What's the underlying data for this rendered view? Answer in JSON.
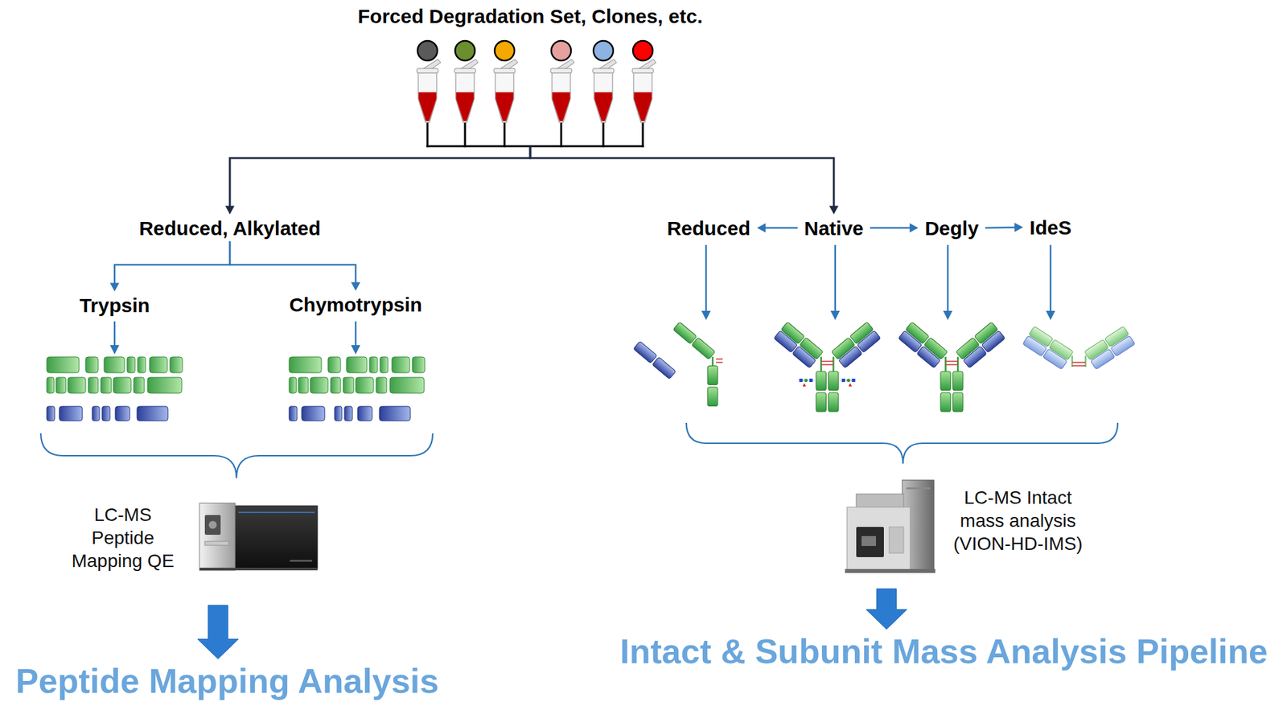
{
  "diagram": {
    "nodes": [
      {
        "text": [
          "Forced Degradation Set, Clones, etc."
        ]
      },
      {
        "text": [
          "Reduced, Alkylated"
        ]
      },
      {
        "text": [
          "Trypsin"
        ]
      },
      {
        "text": [
          "Chymotrypsin"
        ]
      },
      {
        "text": [
          "Reduced"
        ]
      },
      {
        "text": [
          "Native"
        ]
      },
      {
        "text": [
          "Degly"
        ]
      },
      {
        "text": [
          "IdeS"
        ]
      },
      {
        "text": [
          "LC-MS Peptide Mapping QE"
        ]
      },
      {
        "text": [
          "LC-MS Intact mass analysis (VION-HD-IMS)"
        ]
      },
      {
        "text": [
          "Peptide Mapping Analysis"
        ]
      },
      {
        "text": [
          "Intact & Subunit Mass Analysis Pipeline"
        ]
      }
    ],
    "edges": [
      {
        "from": 0,
        "to": 1,
        "arrow": "to"
      },
      {
        "from": 0,
        "to": 5,
        "arrow": "to"
      },
      {
        "from": 1,
        "to": 2,
        "arrow": "to"
      },
      {
        "from": 1,
        "to": 3,
        "arrow": "to"
      },
      {
        "from": 5,
        "to": 4,
        "arrow": "to"
      },
      {
        "from": 5,
        "to": 6,
        "arrow": "to"
      },
      {
        "from": 6,
        "to": 7,
        "arrow": "to"
      },
      {
        "from": 8,
        "to": 10,
        "arrow": "to"
      },
      {
        "from": 9,
        "to": 11,
        "arrow": "to"
      }
    ]
  }
}
